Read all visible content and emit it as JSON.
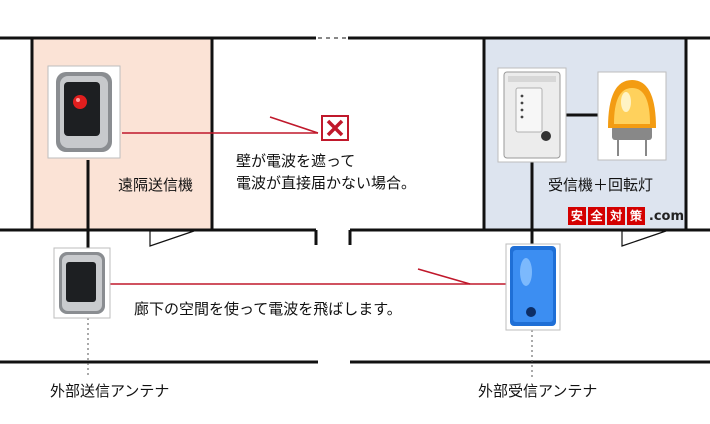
{
  "labels": {
    "remote_transmitter": "遠隔送信機",
    "wall_blocks_line1": "壁が電波を遮って",
    "wall_blocks_line2": "電波が直接届かない場合。",
    "receiver_rotating_light": "受信機＋回転灯",
    "corridor_space": "廊下の空間を使って電波を飛ばします。",
    "external_tx_antenna": "外部送信アンテナ",
    "external_rx_antenna": "外部受信アンテナ"
  },
  "logo": {
    "chars": [
      "安",
      "全",
      "対",
      "策"
    ],
    "suffix": ".com",
    "colors": [
      "#d40000",
      "#d40000",
      "#d40000",
      "#d40000"
    ]
  },
  "icons": {
    "blocked": "x-mark-icon",
    "transmitter": "transmitter-device-icon",
    "receiver": "receiver-box-icon",
    "light": "rotating-light-icon"
  },
  "colors": {
    "room_left": "#fbe3d6",
    "room_right": "#dde4ef",
    "wall": "#111111",
    "signal_line": "#c0182b"
  }
}
